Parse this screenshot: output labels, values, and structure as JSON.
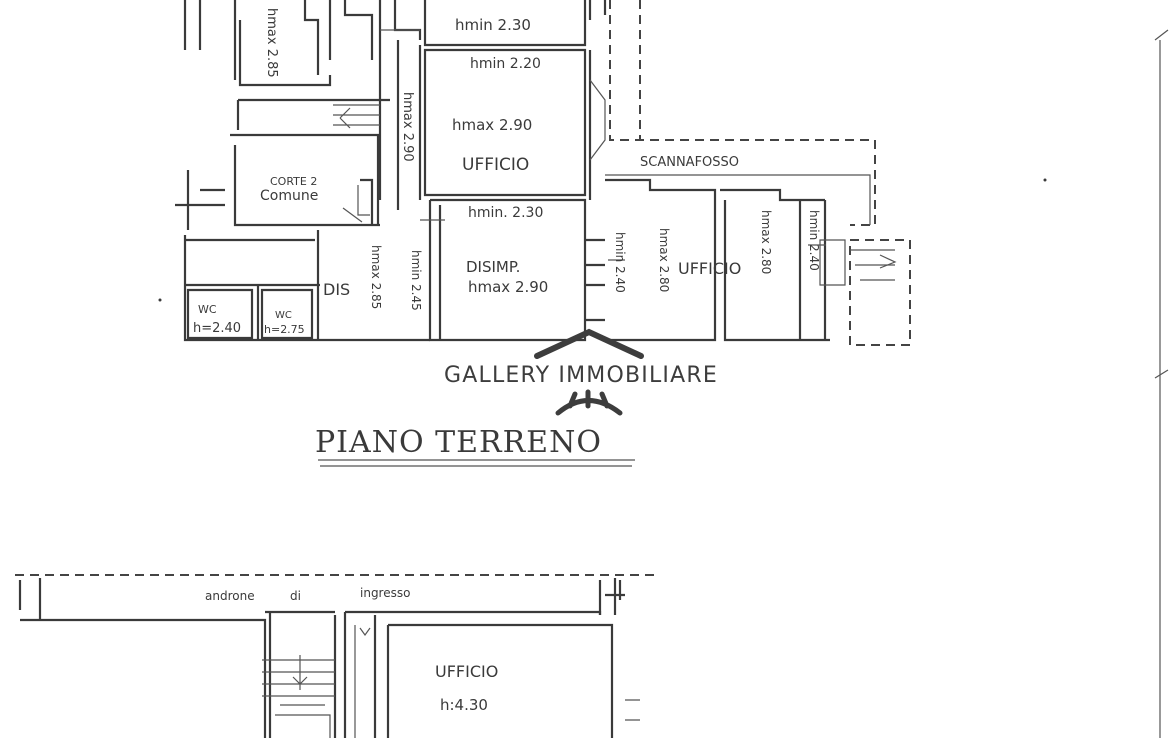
{
  "ground_floor": {
    "title": "PIANO TERRENO",
    "rooms": {
      "top_hmin": "hmin 2.30",
      "top_left_hmax": "hmax 2.85",
      "office_hmin": "hmin 2.20",
      "office_hmax": "hmax 2.90",
      "office_label": "UFFICIO",
      "court_label_1": "CORTE 2",
      "court_label_2": "Comune",
      "corridor_hmax": "hmax 2.90",
      "scannafosso": "SCANNAFOSSO",
      "disimp_hmin": "hmin. 2.30",
      "disimp_label": "DISIMP.",
      "disimp_hmax": "hmax 2.90",
      "dis_label": "DIS",
      "dis_hmax": "hmax 2.85",
      "dis_hmin": "hmin 2.45",
      "wc1_label": "WC",
      "wc1_h": "h=2.40",
      "wc2_label": "WC",
      "wc2_h": "h=2.75",
      "east_hmin_1": "hmin 2.40",
      "east_hmax_1": "hmax 2.80",
      "east_office": "UFFICIO",
      "east_hmax_2": "hmax 2.80",
      "east_hmin_2": "hmin 2.40"
    }
  },
  "watermark": {
    "brand": "GALLERY IMMOBILIARE",
    "color": "#3d3d3d"
  },
  "lower_floor": {
    "androne": "androne",
    "di": "di",
    "ingresso": "ingresso",
    "office_label": "UFFICIO",
    "office_h": "h:4.30"
  }
}
